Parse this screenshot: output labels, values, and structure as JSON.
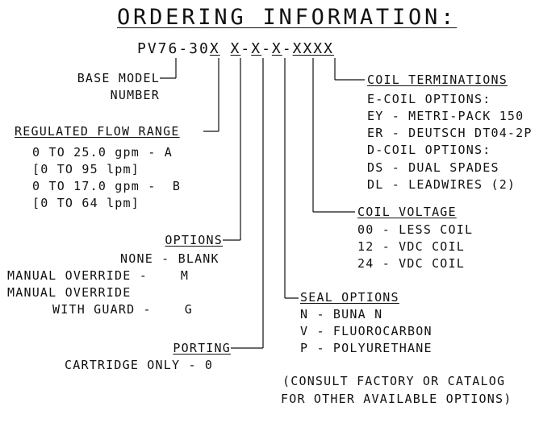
{
  "title": "ORDERING INFORMATION:",
  "model_code": {
    "base": "PV76-30",
    "fields": [
      "X",
      "X",
      "X",
      "X",
      "XXXX"
    ],
    "separator": "-"
  },
  "base_model": {
    "line1": "BASE MODEL",
    "line2": "NUMBER"
  },
  "regulated_flow_range": {
    "heading": "REGULATED FLOW RANGE",
    "lines": [
      "0 TO 25.0 gpm - A",
      "[0 TO 95 lpm]",
      "0 TO 17.0 gpm -  B",
      "[0 TO 64 lpm]"
    ]
  },
  "options": {
    "heading": "OPTIONS",
    "lines": [
      "NONE - BLANK",
      "MANUAL OVERRIDE -    M",
      "MANUAL OVERRIDE",
      "WITH GUARD -    G"
    ]
  },
  "porting": {
    "heading": "PORTING",
    "line": "CARTRIDGE ONLY - 0"
  },
  "coil_terminations": {
    "heading": "COIL TERMINATIONS",
    "lines": [
      "E-COIL OPTIONS:",
      "EY - METRI-PACK 150",
      "ER - DEUTSCH DT04-2P",
      "D-COIL OPTIONS:",
      "DS - DUAL SPADES",
      "DL - LEADWIRES (2)"
    ]
  },
  "coil_voltage": {
    "heading": "COIL VOLTAGE",
    "lines": [
      "00 - LESS COIL",
      "12 - VDC COIL",
      "24 - VDC COIL"
    ]
  },
  "seal_options": {
    "heading": "SEAL OPTIONS",
    "lines": [
      "N - BUNA N",
      "V - FLUOROCARBON",
      "P - POLYURETHANE"
    ]
  },
  "note": {
    "line1": "(CONSULT FACTORY OR CATALOG",
    "line2": "FOR OTHER AVAILABLE OPTIONS)"
  }
}
